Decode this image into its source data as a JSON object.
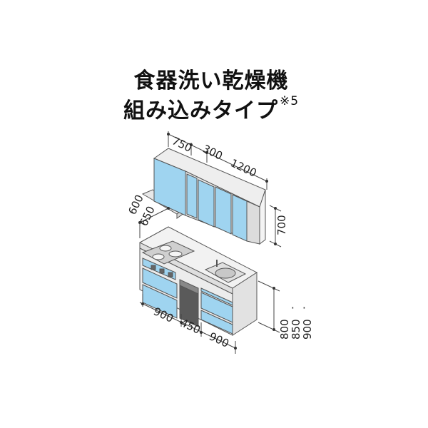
{
  "title": {
    "line1": "食器洗い乾燥機",
    "line2": "組み込みタイプ",
    "note": "※5"
  },
  "dimensions": {
    "upper_widths": [
      "750",
      "300",
      "1200"
    ],
    "upper_height": "700",
    "depths": [
      "600",
      "650"
    ],
    "base_widths": [
      "900",
      "450",
      "900"
    ],
    "counter_heights": [
      "800",
      "850",
      "900"
    ]
  },
  "colors": {
    "door_blue": "#9fd4f0",
    "cabinet_gray": "#e4e4e4",
    "outline": "#555555"
  }
}
